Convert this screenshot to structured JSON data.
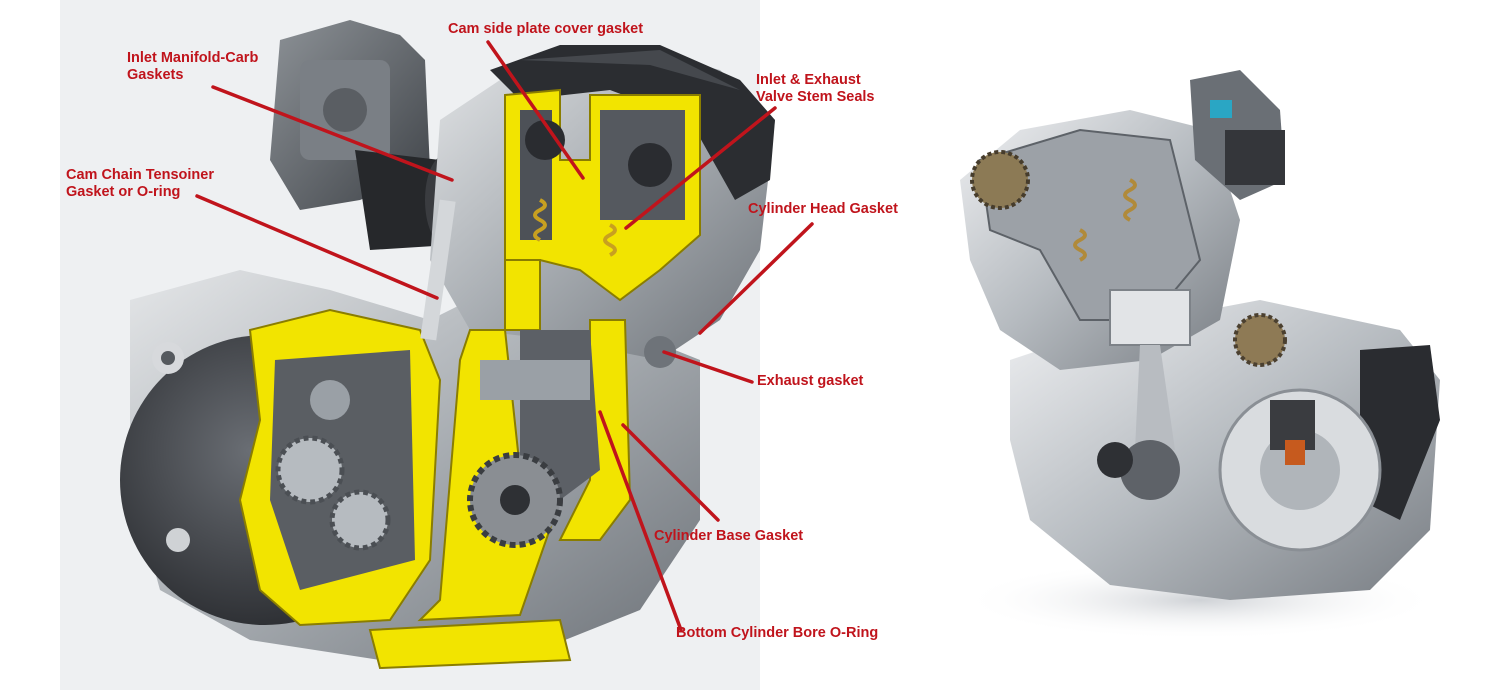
{
  "labels": {
    "cam_side_cover": "Cam side plate cover gasket",
    "inlet_manifold_line1": "Inlet Manifold-Carb",
    "inlet_manifold_line2": "Gaskets",
    "valve_stem_line1": "Inlet & Exhaust",
    "valve_stem_line2": "Valve Stem Seals",
    "tensioner_line1": "Cam Chain Tensoiner",
    "tensioner_line2": "Gasket or O-ring",
    "cylinder_head": "Cylinder Head Gasket",
    "exhaust": "Exhaust gasket",
    "cylinder_base": "Cylinder Base Gasket",
    "bore_oring": "Bottom Cylinder Bore O-Ring"
  },
  "colors": {
    "callout_red": "#c0141c",
    "cutaway_yellow": "#f2e400",
    "metal_light": "#c9ccd0",
    "metal_mid": "#9aa0a6",
    "metal_dark": "#4a4e54",
    "black": "#1c1d20"
  },
  "icons": {
    "left_engine": "single-cylinder-engine-cutaway",
    "right_engine": "motorcycle-engine-cutaway"
  }
}
